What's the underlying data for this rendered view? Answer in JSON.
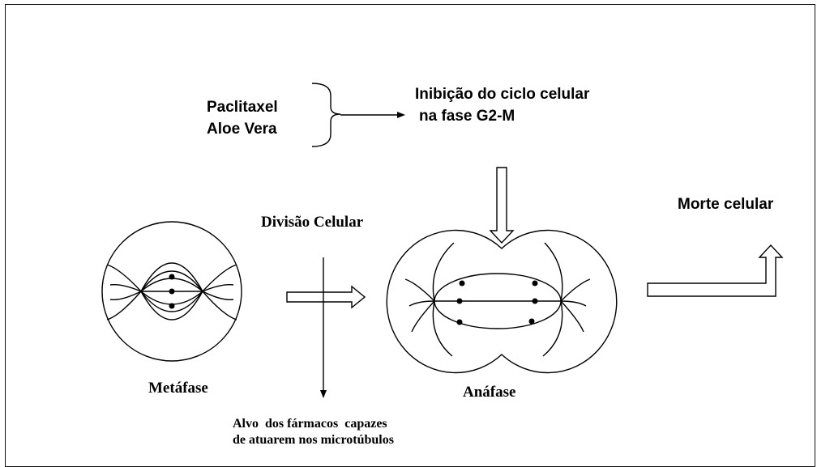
{
  "drugs": [
    "Paclitaxel",
    "Aloe Vera"
  ],
  "inhibition": [
    "Inibição do ciclo celular",
    "na fase G2-M"
  ],
  "cell_division_label": "Divisão Celular",
  "metaphase_label": "Metáfase",
  "anaphase_label": "Anáfase",
  "cell_death_label": "Morte celular",
  "target": [
    "Alvo  dos fármacos  capazes",
    "de atuarem nos microtúbulos"
  ],
  "colors": {
    "line": "#000000",
    "background": "#ffffff",
    "frame": "#111111"
  }
}
